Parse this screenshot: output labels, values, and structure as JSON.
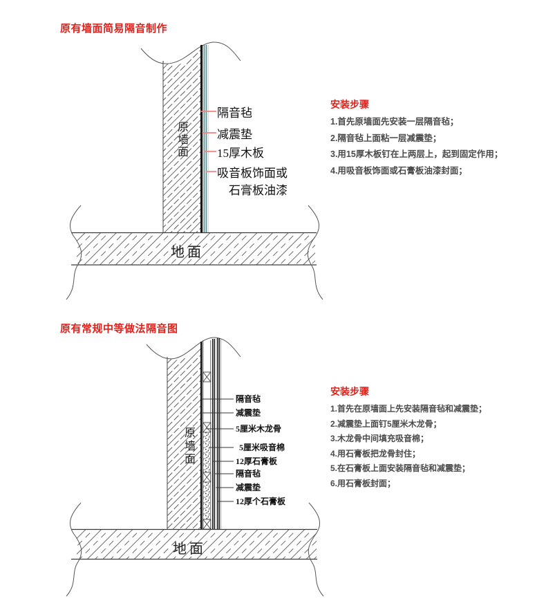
{
  "colors": {
    "title_red": "#dd231d",
    "leader_red": "#f2837b",
    "layer_teal": "#569190",
    "steps_gray": "#4a4a4a"
  },
  "diagram1": {
    "title": "原有墙面简易隔音制作",
    "wall_label": "原墙面",
    "floor_label": "地面",
    "layer_labels": [
      "隔音毡",
      "减震垫",
      "15厚木板",
      "吸音板饰面或\n　石膏板油漆"
    ],
    "steps": {
      "title": "安装步骤",
      "items": [
        "1.首先原墙面先安装一层隔音毡；",
        "2.隔音毡上面粘一层减震垫；",
        "3.用15厚木板钉在上两层上，起到固定作用；",
        "4.用吸音板饰面或石膏板油漆封面；"
      ]
    }
  },
  "diagram2": {
    "title": "原有常规中等做法隔音图",
    "wall_label": "原墙面",
    "floor_label": "地面",
    "layer_labels": [
      "隔音毡",
      "减震垫",
      "5厘米木龙骨",
      "5厘米吸音棉",
      "12厚石膏板",
      "隔音毡",
      "减震垫",
      "12厚个石膏板"
    ],
    "steps": {
      "title": "安装步骤",
      "items": [
        "1.首先在原墙面上先安装隔音毡和减震垫；",
        "2.减震垫上面钉5厘米木龙骨；",
        "3.木龙骨中间填充吸音棉；",
        "4.用石膏板把龙骨封住；",
        "5.在石膏板上面安装隔音毡和减震垫；",
        "6.用石膏板封面；"
      ]
    }
  }
}
